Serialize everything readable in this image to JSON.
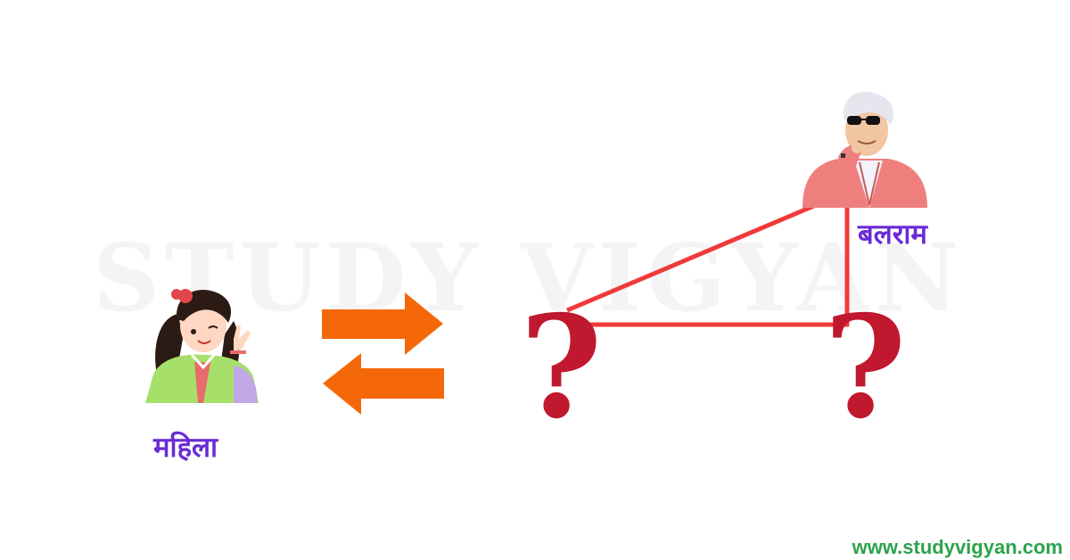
{
  "watermark": {
    "text": "STUDY VIGYAN"
  },
  "labels": {
    "woman": "महिला",
    "balram": "बलराम",
    "unknown_left": "?",
    "unknown_right": "?"
  },
  "footer": {
    "url": "www.studyvigyan.com"
  },
  "colors": {
    "label": "#6a2bd6",
    "arrows": "#f5680a",
    "relation_lines": "#f03a3a",
    "question_marks": "#c0182f",
    "url": "#2ca34a",
    "watermark": "#f4f4f4"
  },
  "icons": [
    "woman-avatar-icon",
    "old-man-avatar-icon",
    "right-arrow-icon",
    "left-arrow-icon"
  ]
}
